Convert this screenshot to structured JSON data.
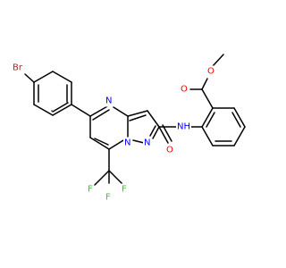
{
  "colors": {
    "background": "#ffffff",
    "bond": "#000000",
    "O": "#ff0000",
    "N": "#0000ff",
    "F": "#33cc33",
    "Br": "#a52a2a",
    "C": "#000000"
  },
  "atoms": {
    "br": "Br",
    "n_pyrimidine": "N",
    "n_bridge": "N",
    "n_pyrazole": "N",
    "n_amide": "NH",
    "o_amide": "O",
    "o_ester_carbonyl": "O",
    "o_ester_ether": "O",
    "f_1": "F",
    "f_2": "F",
    "f_3": "F"
  }
}
